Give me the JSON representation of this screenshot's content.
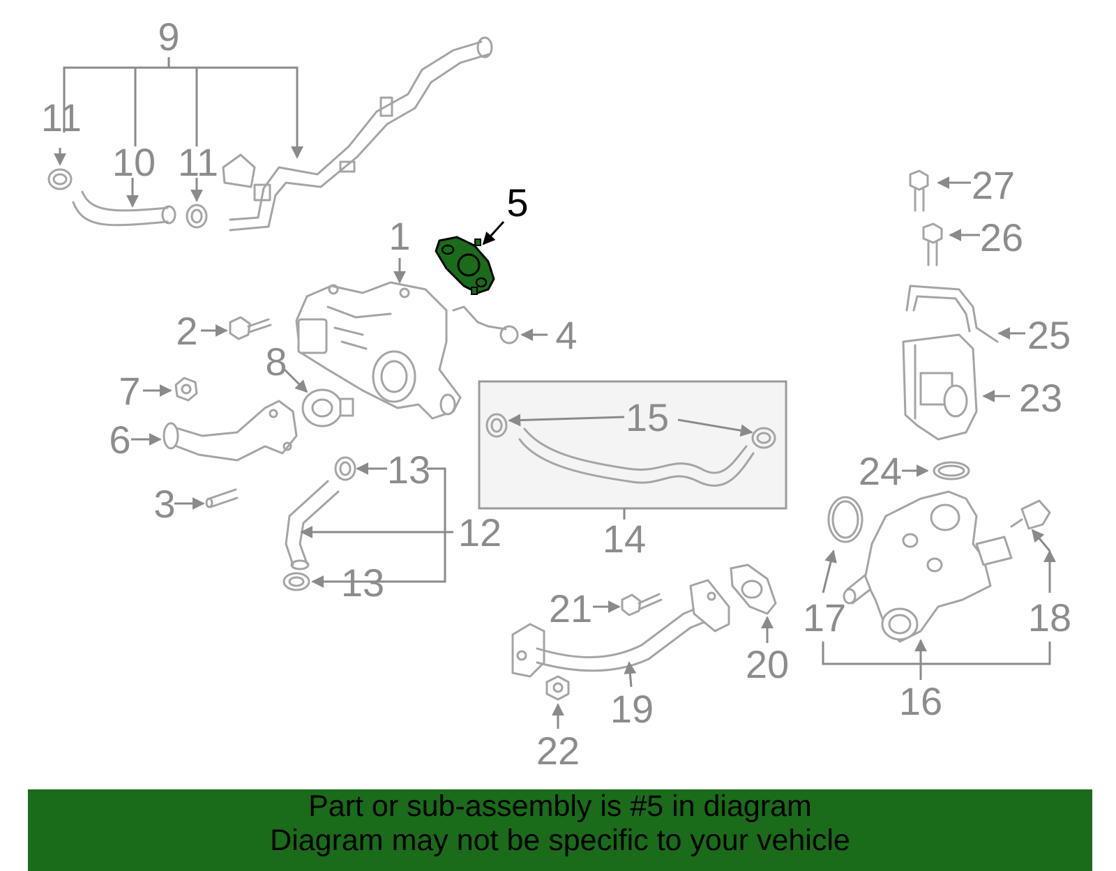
{
  "labels": {
    "l1": "1",
    "l2": "2",
    "l3": "3",
    "l4": "4",
    "l5": "5",
    "l6": "6",
    "l7": "7",
    "l8": "8",
    "l9": "9",
    "l10": "10",
    "l11a": "11",
    "l11b": "11",
    "l12": "12",
    "l13a": "13",
    "l13b": "13",
    "l14": "14",
    "l15": "15",
    "l16": "16",
    "l17": "17",
    "l18": "18",
    "l19": "19",
    "l20": "20",
    "l21": "21",
    "l22": "22",
    "l23": "23",
    "l24": "24",
    "l25": "25",
    "l26": "26",
    "l27": "27"
  },
  "highlighted_part": "5",
  "banner": {
    "line1": "Part or sub-assembly is #5 in diagram",
    "line2": "Diagram may not be specific to your vehicle"
  },
  "colors": {
    "part_stroke": "#a4a4a4",
    "label_text": "#8c8c8c",
    "highlight_fill": "#1a6b1a",
    "banner_background": "#1a6b1a",
    "group_box_fill": "#f4f4f4"
  }
}
